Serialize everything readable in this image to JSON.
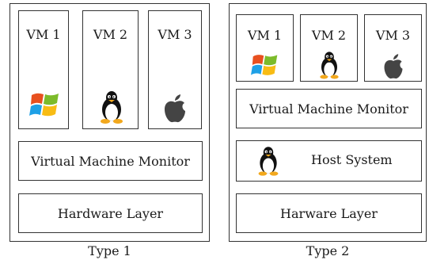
{
  "type1": {
    "caption": "Type 1",
    "vms": [
      {
        "label": "VM 1",
        "icon": "windows-logo-icon"
      },
      {
        "label": "VM 2",
        "icon": "linux-tux-icon"
      },
      {
        "label": "VM 3",
        "icon": "apple-logo-icon"
      }
    ],
    "monitor": "Virtual Machine Monitor",
    "hardware": "Hardware Layer"
  },
  "type2": {
    "caption": "Type 2",
    "vms": [
      {
        "label": "VM 1",
        "icon": "windows-logo-icon"
      },
      {
        "label": "VM 2",
        "icon": "linux-tux-icon"
      },
      {
        "label": "VM 3",
        "icon": "apple-logo-icon"
      }
    ],
    "monitor": "Virtual Machine Monitor",
    "host": "Host System",
    "host_icon": "linux-tux-icon",
    "hardware": "Harware Layer"
  },
  "colors": {
    "border": "#333333",
    "win_red": "#e8501f",
    "win_green": "#7cbb2a",
    "win_blue": "#1ea0e6",
    "win_yellow": "#f8bc14",
    "tux_beak": "#f2a81d"
  }
}
